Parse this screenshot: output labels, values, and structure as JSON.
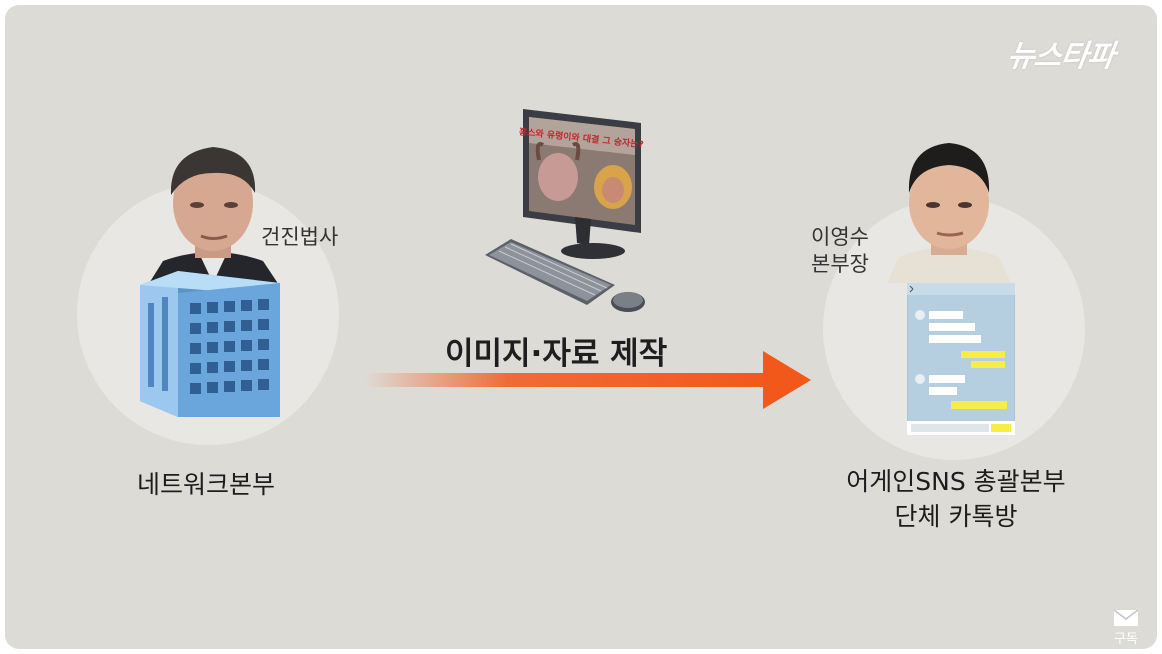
{
  "logo": {
    "text": "뉴스타파"
  },
  "left_node": {
    "person_label": "건진법사",
    "org_label": "네트워크본부"
  },
  "center": {
    "arrow_label": "이미지·자료 제작",
    "monitor_banner": "홍스와 유령이와 대결 그 승자는?"
  },
  "right_node": {
    "person_label_line1": "이영수",
    "person_label_line2": "본부장",
    "org_label_line1": "어게인SNS 총괄본부",
    "org_label_line2": "단체 카톡방"
  },
  "subscribe": {
    "text": "구독"
  },
  "colors": {
    "background": "#dddbd6",
    "circle": "#e9e7e3",
    "arrow": "#f2581a",
    "building": "#7cb3e3",
    "chat_bg": "#b6cfe0",
    "chat_yellow": "#f7ee45"
  }
}
